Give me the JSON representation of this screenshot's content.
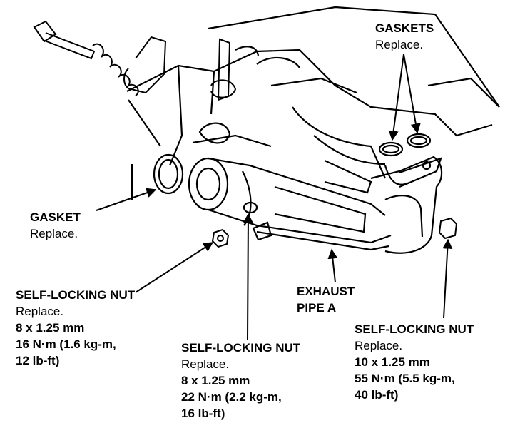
{
  "labels": {
    "gaskets": {
      "title": "GASKETS",
      "note": "Replace."
    },
    "gasket": {
      "title": "GASKET",
      "note": "Replace."
    },
    "exhaust_pipe": {
      "line1": "EXHAUST",
      "line2": "PIPE A"
    },
    "nut_left": {
      "title": "SELF-LOCKING NUT",
      "note": "Replace.",
      "size": "8 x 1.25 mm",
      "torque": "16 N·m (1.6 kg-m,",
      "torque2": "12 lb-ft)"
    },
    "nut_middle": {
      "title": "SELF-LOCKING NUT",
      "note": "Replace.",
      "size": "8 x 1.25 mm",
      "torque": "22 N·m (2.2 kg-m,",
      "torque2": "16 lb-ft)"
    },
    "nut_right": {
      "title": "SELF-LOCKING NUT",
      "note": "Replace.",
      "size": "10 x 1.25 mm",
      "torque": "55 N·m (5.5 kg-m,",
      "torque2": "40 lb-ft)"
    }
  },
  "colors": {
    "ink": "#000000",
    "paper": "#ffffff"
  }
}
